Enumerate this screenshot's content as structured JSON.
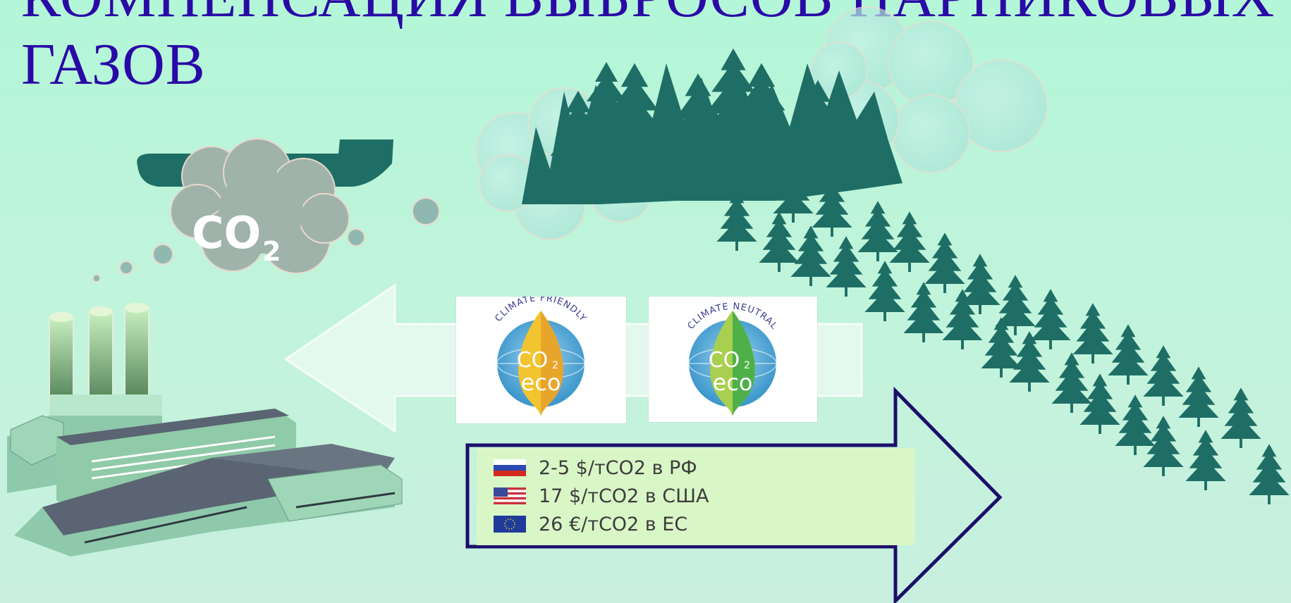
{
  "slide": {
    "title_line1": "КОМПЕНСАЦИЯ ВЫБРОСОВ ПАРНИКОВЫХ",
    "title_line2": "ГАЗОВ"
  },
  "co2_cloud": {
    "label": "CO",
    "subscript": "2"
  },
  "logos": [
    {
      "top_text": "CLIMATE FRIENDLY",
      "co2": "CO",
      "sub": "2",
      "eco": "eco",
      "leaf_color": "#f2c530"
    },
    {
      "top_text": "CLIMATE NEUTRAL",
      "co2": "CO",
      "sub": "2",
      "eco": "eco",
      "leaf_color": "#4fb04a"
    }
  ],
  "prices": [
    {
      "flag": "russia-flag-icon",
      "text": "2-5 $/тCO2 в РФ"
    },
    {
      "flag": "usa-flag-icon",
      "text": "17 $/тCO2 в США"
    },
    {
      "flag": "eu-flag-icon",
      "text": "26 €/тCO2 в ЕС"
    }
  ],
  "colors": {
    "title": "#2a0aa6",
    "background": "#b3f6d8",
    "tree": "#1f6e66",
    "arrow_outline": "#1c0f6b",
    "price_box": "#d9f7c6"
  }
}
